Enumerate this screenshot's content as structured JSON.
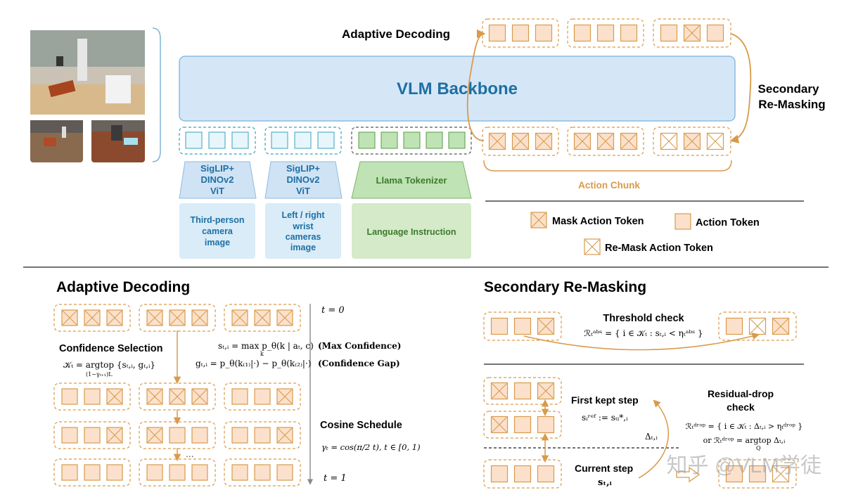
{
  "top": {
    "adaptive_decoding": "Adaptive Decoding",
    "vlm_backbone": "VLM Backbone",
    "secondary_line1": "Secondary",
    "secondary_line2": "Re-Masking",
    "encoder1": [
      "SigLIP+",
      "DINOv2",
      "ViT"
    ],
    "encoder2": [
      "SigLIP+",
      "DINOv2",
      "ViT"
    ],
    "tokenizer": "Llama Tokenizer",
    "input1": [
      "Third-person",
      "camera",
      "image"
    ],
    "input2": [
      "Left / right",
      "wrist",
      "cameras",
      "image"
    ],
    "input3": "Language Instruction",
    "action_chunk": "Action Chunk"
  },
  "legend": {
    "mask": "Mask Action Token",
    "action": "Action Token",
    "remask": "Re-Mask Action Token"
  },
  "bottom_left": {
    "title": "Adaptive Decoding",
    "t0": "t = 0",
    "t1": "t = 1",
    "conf_selection": "Confidence Selection",
    "k_formula": "𝒦ₜ = argtop {sₜ,ᵢ, gₜ,ᵢ}",
    "k_sub": "(1−γₜ₊₁)L",
    "s_formula": "sₜ,ᵢ = max p_θ(k | aₜ, c)",
    "s_sub": "k",
    "g_formula": "gₜ,ᵢ = p_θ(k₍₁₎|·) − p_θ(k₍₂₎|·)",
    "max_conf": "(Max Confidence)",
    "conf_gap": "(Confidence Gap)",
    "cosine": "Cosine Schedule",
    "gamma": "γₜ = cos(π/2 t),  t ∈ [0, 1)",
    "dots": "..."
  },
  "bottom_right": {
    "title": "Secondary Re-Masking",
    "threshold": "Threshold check",
    "threshold_formula": "ℛₜᵃᵇˢ = { i ∈ 𝒦ₜ : sₜ,ᵢ < ηₜᵃᵇˢ }",
    "first_kept": "First kept step",
    "sref": "sᵢʳᵉᶠ := sₜᵢ*,ᵢ",
    "delta": "Δₜ,ᵢ",
    "current_step": "Current step",
    "current_formula": "sₜ,ᵢ",
    "residual_line1": "Residual-drop",
    "residual_line2": "check",
    "rdrop1": "ℛₜᵈʳᵒᵖ = { i ∈ 𝒦ₜ : Δₜ,ᵢ > ηₜᵈʳᵒᵖ }",
    "rdrop2": "or  ℛₜᵈʳᵒᵖ = argtop Δₜ,ᵢ",
    "rdrop2_sub": "Q"
  },
  "watermark": "知乎 @VLM学徒",
  "colors": {
    "orange": "#d99a4a",
    "token_fill": "#fbe1cc",
    "backbone_fill": "#d5e7f7",
    "backbone_text": "#1f6fa3",
    "teal": "#1f8fb0",
    "green_fill": "#bfe3b4",
    "green_text": "#3d7a2d",
    "input_blue": "#d9ecf8",
    "input_green": "#d4eac8"
  }
}
